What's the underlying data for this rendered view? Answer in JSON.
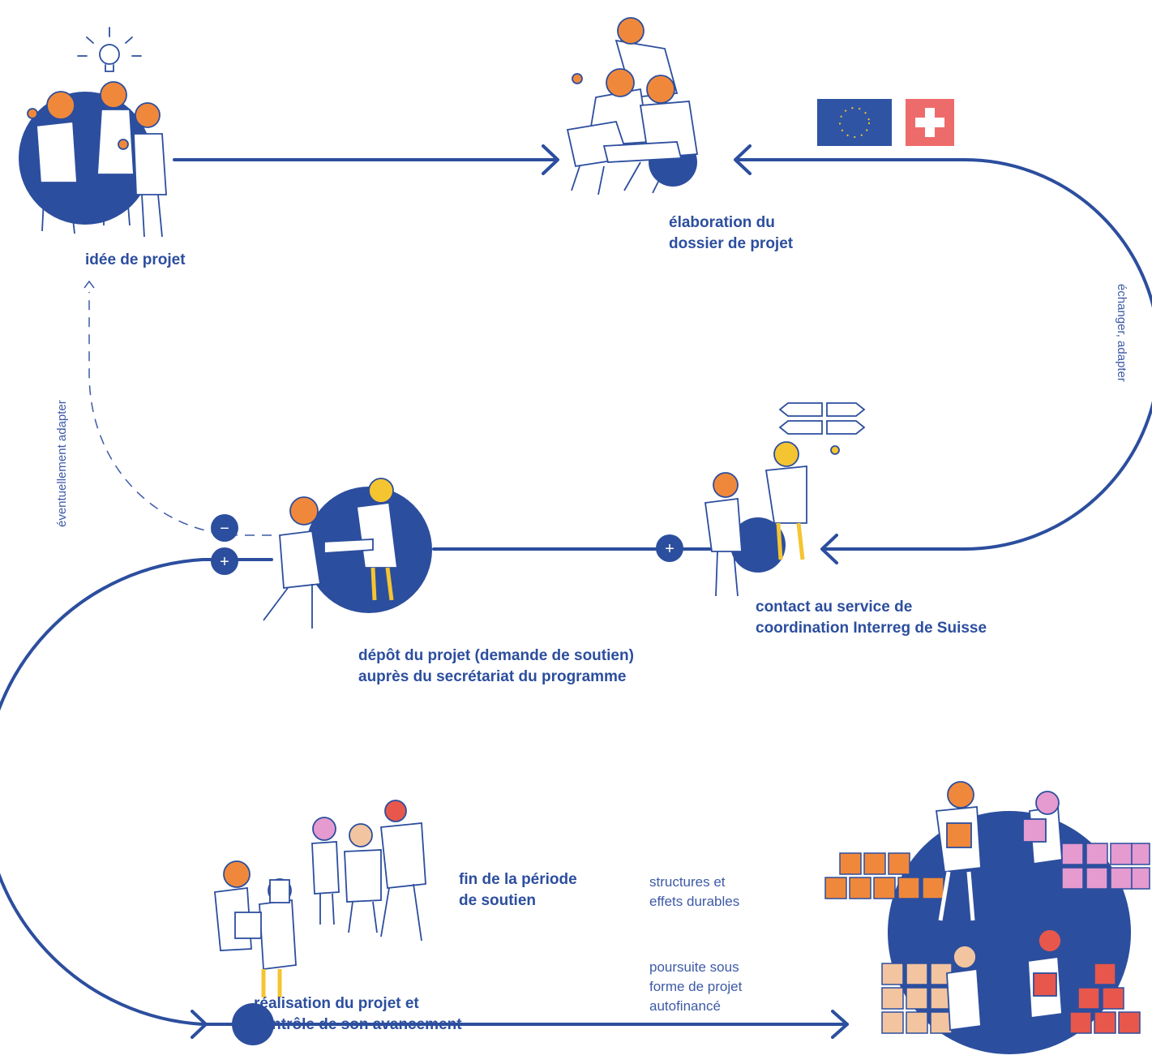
{
  "colors": {
    "primary": "#2c4e9e",
    "orange": "#f0883c",
    "yellow": "#f5c431",
    "pink": "#e59ad0",
    "peach": "#f2c4a0",
    "red": "#e8574c",
    "swiss_red": "#ee6b6b",
    "eu_blue": "#2f54a3"
  },
  "steps": {
    "idea": {
      "lines": [
        "idée de projet"
      ]
    },
    "elaboration": {
      "lines": [
        "élaboration du",
        "dossier de projet"
      ]
    },
    "contact": {
      "lines": [
        "contact au service de",
        "coordination Interreg de Suisse"
      ]
    },
    "submission": {
      "lines": [
        "dépôt du projet (demande de soutien)",
        "auprès du secrétariat du programme"
      ]
    },
    "implementation": {
      "lines": [
        "réalisation du projet et",
        "contrôle de son avancement"
      ]
    },
    "end": {
      "lines": [
        "fin de la période",
        "de soutien"
      ]
    }
  },
  "notes": {
    "structures": {
      "lines": [
        "structures et",
        "effets durables"
      ]
    },
    "continuation": {
      "lines": [
        "poursuite sous",
        "forme de projet",
        "autofinancé"
      ]
    },
    "exchange": "échanger, adapter",
    "adapt": "éventuellement adapter"
  },
  "symbols": {
    "minus": "−",
    "plus": "+"
  },
  "icons": [
    "lightbulb-icon",
    "eu-flag-icon",
    "swiss-flag-icon",
    "signpost-icon",
    "leaf-box-icon"
  ]
}
